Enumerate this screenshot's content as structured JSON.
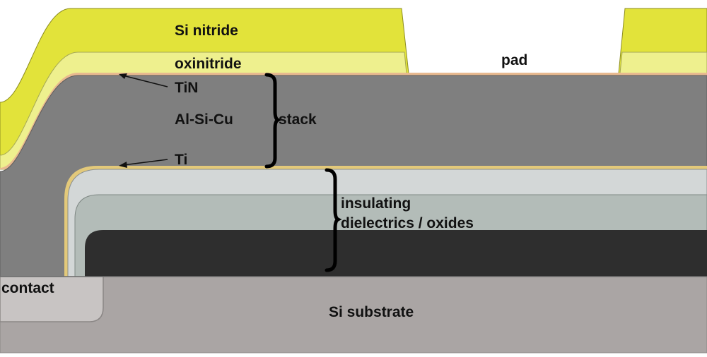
{
  "labels": {
    "si_nitride": "Si nitride",
    "oxinitride": "oxinitride",
    "pad": "pad",
    "tin": "TiN",
    "al_si_cu": "Al-Si-Cu",
    "stack": "stack",
    "ti": "Ti",
    "insulating_line1": "insulating",
    "insulating_line2": "dielectrics / oxides",
    "contact": "contact",
    "si_substrate": "Si substrate"
  },
  "colors": {
    "si_nitride": "#e2e33a",
    "oxinitride": "#eef08e",
    "al_si_cu": "#7f7f7f",
    "tin": "#e8b98f",
    "ti": "#e3c97a",
    "dielectric_top": "#d3d7d7",
    "dielectric_mid": "#b3bcb8",
    "dielectric_core": "#2e2e2e",
    "contact": "#c8c4c3",
    "si_substrate": "#aaa5a4",
    "outline": "#6f6f6f"
  }
}
